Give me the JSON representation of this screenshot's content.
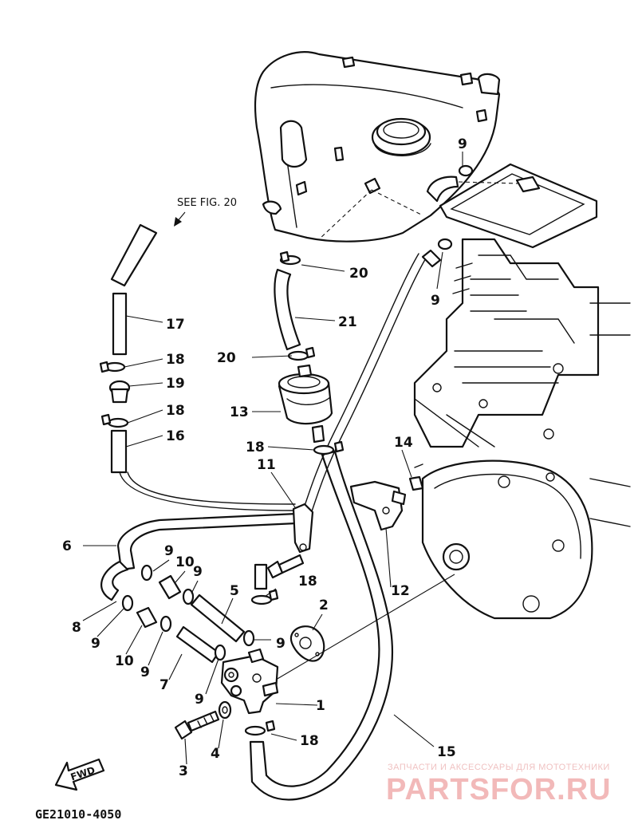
{
  "diagram": {
    "reference_note": "SEE FIG. 20",
    "figure_code": "GE21010-4050",
    "fwd_label": "FWD",
    "callouts": [
      "9",
      "20",
      "21",
      "9",
      "17",
      "18",
      "19",
      "18",
      "16",
      "13",
      "20",
      "18",
      "11",
      "14",
      "6",
      "9",
      "10",
      "9",
      "12",
      "5",
      "18",
      "8",
      "9",
      "2",
      "10",
      "9",
      "7",
      "9",
      "1",
      "3",
      "4",
      "18",
      "15"
    ],
    "watermark": {
      "line1": "ЗАПЧАСТИ И АКСЕССУАРЫ ДЛЯ МОТОТЕХНИКИ",
      "line2": "PARTSFOR.RU"
    },
    "colors": {
      "ink": "#111111",
      "paper": "#ffffff",
      "watermark": "#f2b9b9"
    }
  }
}
